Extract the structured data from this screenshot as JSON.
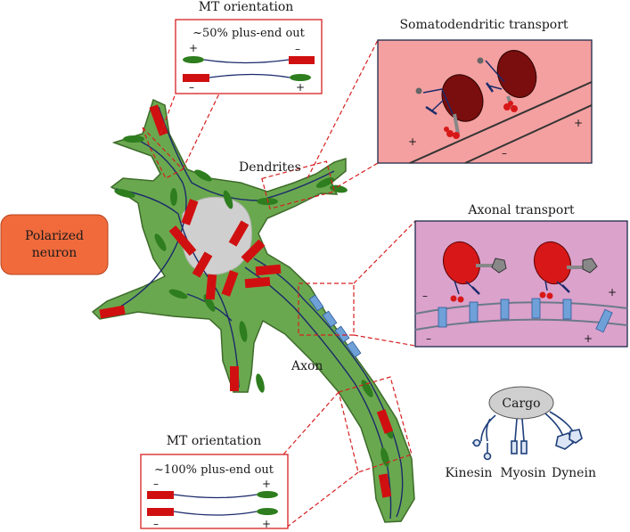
{
  "top_box": {
    "title": "MT orientation",
    "subtitle": "~50% plus-end out",
    "row1_left_sign": "+",
    "row1_right_sign": "–",
    "row2_left_sign": "–",
    "row2_right_sign": "+"
  },
  "bottom_box": {
    "title": "MT orientation",
    "subtitle": "~100% plus-end out",
    "row1_left_sign": "–",
    "row1_right_sign": "+",
    "row2_left_sign": "–",
    "row2_right_sign": "+"
  },
  "somato": {
    "title": "Somatodendritic transport",
    "sign_plus_a": "+",
    "sign_plus_b": "+",
    "sign_minus": "–"
  },
  "axonal": {
    "title": "Axonal transport",
    "sign_minus_a": "–",
    "sign_minus_b": "–",
    "sign_plus_a": "+",
    "sign_plus_b": "+"
  },
  "neuron_labels": {
    "dendrites": "Dendrites",
    "axon": "Axon",
    "polarized_line1": "Polarized",
    "polarized_line2": "neuron"
  },
  "legend": {
    "cargo": "Cargo",
    "kinesin": "Kinesin",
    "myosin": "Myosin",
    "dynein": "Dynein"
  },
  "colors": {
    "neuron_fill": "#6aa84f",
    "neuron_edge": "#3d6b2a",
    "nucleus": "#cfcfcf",
    "mt_red": "#d01010",
    "mt_green": "#2e7d1e",
    "dashed": "#d62020",
    "somato_bg": "#f4a0a0",
    "axonal_bg": "#dba2cc",
    "badge": "#f06a3c",
    "cargo_dark": "#7a0d0d",
    "cargo_red": "#d81818",
    "actin_blue": "#6fa0d8",
    "legend_blue": "#1e3f7a"
  }
}
